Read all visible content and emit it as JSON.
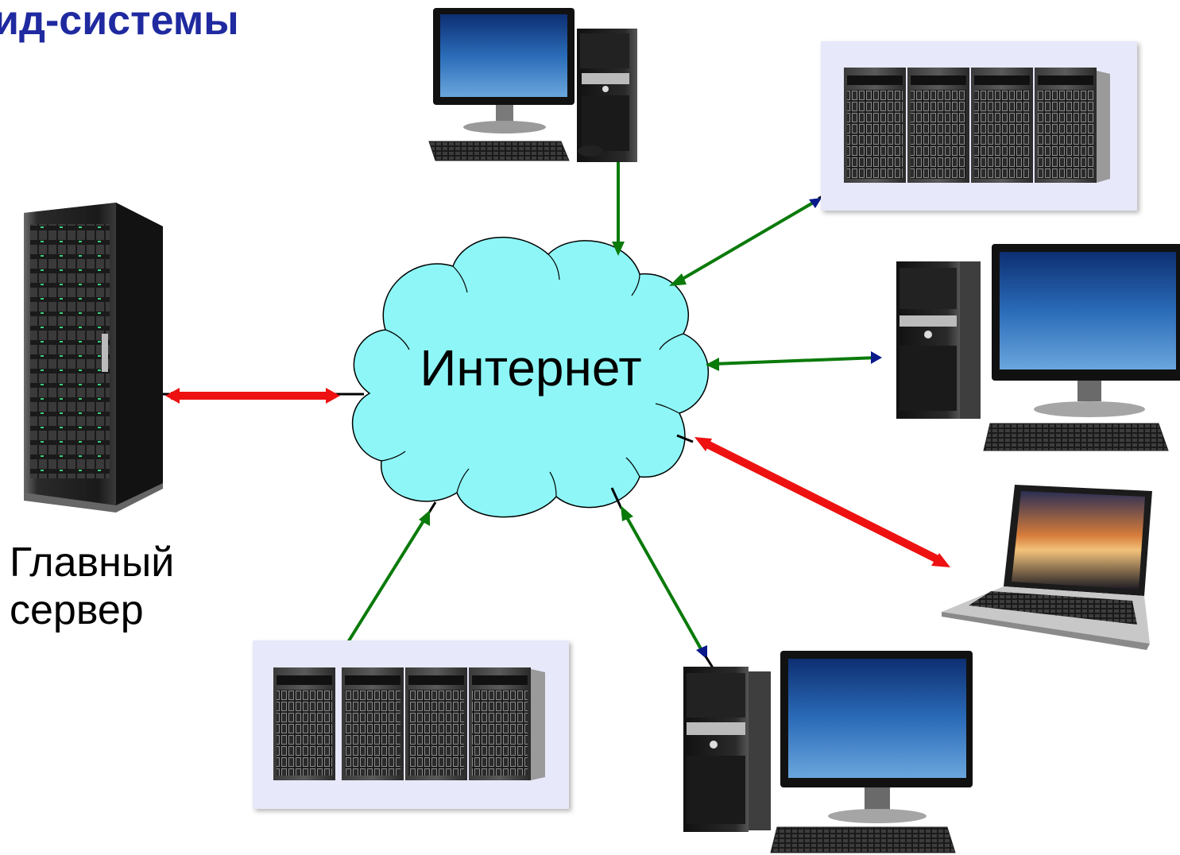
{
  "title": "ид-системы",
  "cloud": {
    "label": "Интернет",
    "fill": "#8ef6f6"
  },
  "main_server": {
    "label_line1": "Главный",
    "label_line2": "сервер"
  },
  "colors": {
    "title": "#1f2aa0",
    "link_normal": "#0a7a0a",
    "link_main": "#ee1111",
    "arrow_head": "#0a1a8a",
    "cluster_bg": "#e8e8fb"
  },
  "nodes": [
    {
      "name": "desktop-top",
      "icon": "desktop-computer-icon"
    },
    {
      "name": "server-cluster-top-right",
      "icon": "server-cluster-icon"
    },
    {
      "name": "desktop-right",
      "icon": "desktop-computer-icon"
    },
    {
      "name": "laptop-right",
      "icon": "laptop-icon"
    },
    {
      "name": "desktop-bottom",
      "icon": "desktop-computer-icon"
    },
    {
      "name": "server-cluster-bottom-left",
      "icon": "server-cluster-icon"
    },
    {
      "name": "main-server",
      "icon": "server-rack-icon"
    }
  ]
}
